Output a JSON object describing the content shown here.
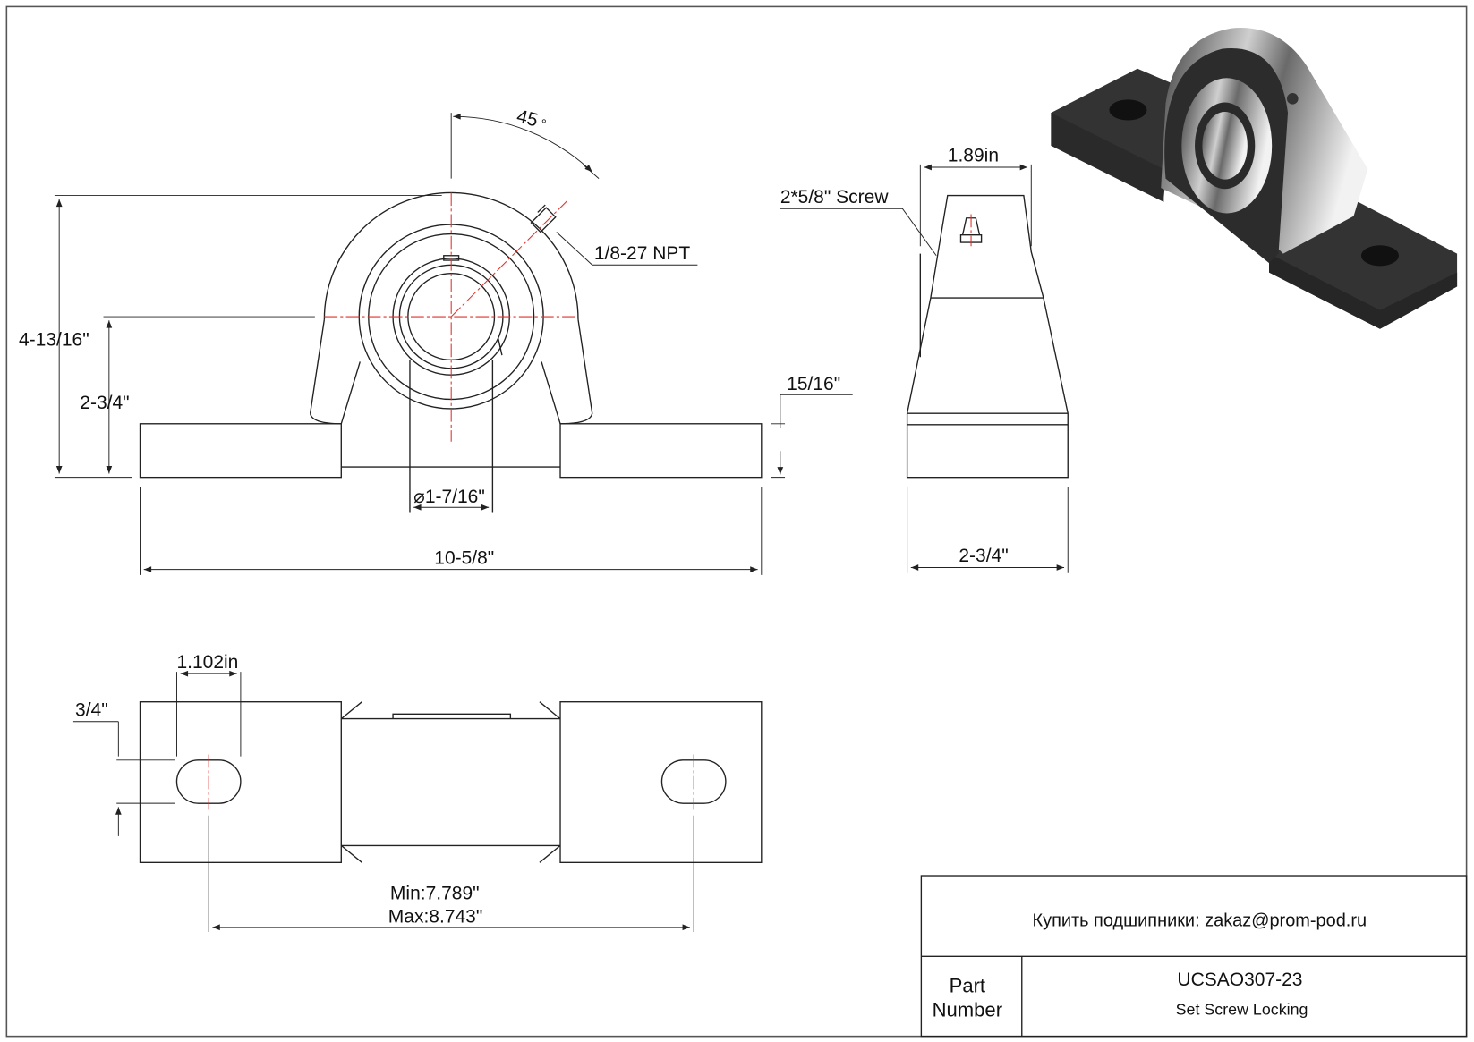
{
  "front_view": {
    "angle": "45",
    "angle_unit": "°",
    "grease_fitting": "1/8-27 NPT",
    "overall_height": "4-13/16\"",
    "center_height": "2-3/4\"",
    "base_thickness": "15/16\"",
    "bore": "1-7/16\"",
    "bore_symbol": "⌀",
    "overall_length": "10-5/8\""
  },
  "side_view": {
    "top_width": "1.89in",
    "screw": "2*5/8\" Screw",
    "base_width": "2-3/4\""
  },
  "bottom_view": {
    "slot_length": "1.102in",
    "slot_width": "3/4\"",
    "bolt_spacing_min": "Min:7.789\"",
    "bolt_spacing_max": "Max:8.743\""
  },
  "title_block": {
    "contact": "Купить подшипники: zakaz@prom-pod.ru",
    "part_label_1": "Part",
    "part_label_2": "Number",
    "part_number": "UCSAO307-23",
    "description": "Set Screw Locking"
  },
  "colors": {
    "centerline": "#e0302a",
    "line": "#222222",
    "render_dark": "#2e2e2e"
  }
}
